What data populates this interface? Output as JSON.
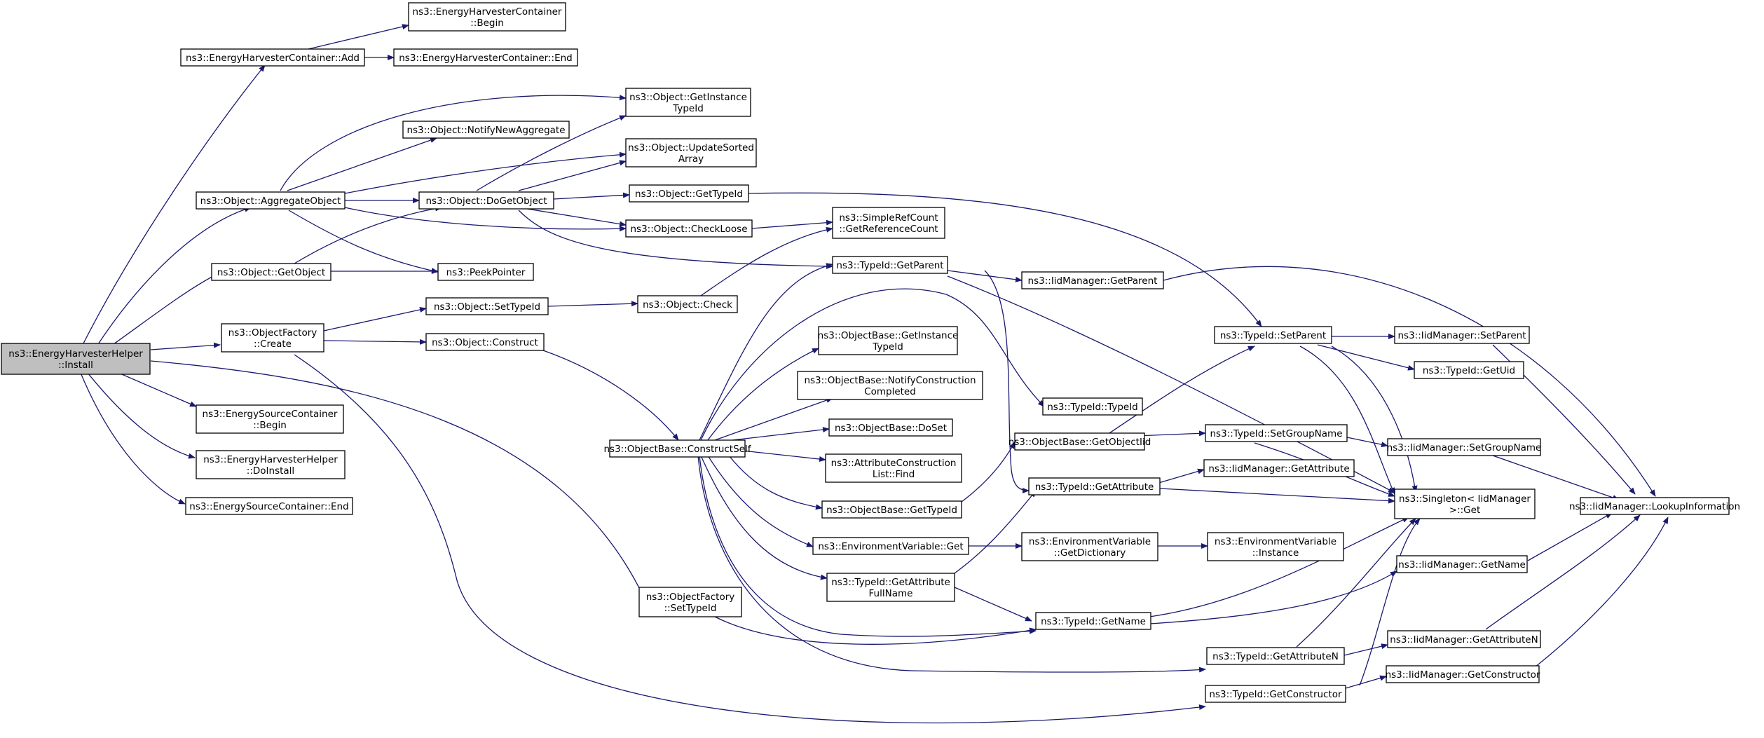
{
  "colors": {
    "edge": "#191970",
    "root_fill": "#bfbfbf",
    "node_fill": "#ffffff",
    "border": "#000000"
  },
  "nodes": [
    {
      "id": "n0",
      "name": "root-node",
      "label": [
        "ns3::EnergyHarvesterHelper",
        "::Install"
      ]
    },
    {
      "id": "n1",
      "name": "node-harvester-container-add",
      "label": [
        "ns3::EnergyHarvesterContainer::Add"
      ]
    },
    {
      "id": "n2",
      "name": "node-harvester-container-begin",
      "label": [
        "ns3::EnergyHarvesterContainer",
        "::Begin"
      ]
    },
    {
      "id": "n3",
      "name": "node-harvester-container-end",
      "label": [
        "ns3::EnergyHarvesterContainer::End"
      ]
    },
    {
      "id": "n4",
      "name": "node-object-aggregate-object",
      "label": [
        "ns3::Object::AggregateObject"
      ]
    },
    {
      "id": "n5",
      "name": "node-object-get-instance-typeid",
      "label": [
        "ns3::Object::GetInstance",
        "TypeId"
      ]
    },
    {
      "id": "n6",
      "name": "node-object-notify-new-aggregate",
      "label": [
        "ns3::Object::NotifyNewAggregate"
      ]
    },
    {
      "id": "n7",
      "name": "node-object-update-sorted-array",
      "label": [
        "ns3::Object::UpdateSorted",
        "Array"
      ]
    },
    {
      "id": "n8",
      "name": "node-object-do-get-object",
      "label": [
        "ns3::Object::DoGetObject"
      ]
    },
    {
      "id": "n9",
      "name": "node-object-get-typeid",
      "label": [
        "ns3::Object::GetTypeId"
      ]
    },
    {
      "id": "n10",
      "name": "node-object-check-loose",
      "label": [
        "ns3::Object::CheckLoose"
      ]
    },
    {
      "id": "n11",
      "name": "node-simple-ref-count",
      "label": [
        "ns3::SimpleRefCount",
        "::GetReferenceCount"
      ]
    },
    {
      "id": "n12",
      "name": "node-object-get-object",
      "label": [
        "ns3::Object::GetObject"
      ]
    },
    {
      "id": "n13",
      "name": "node-peek-pointer",
      "label": [
        "ns3::PeekPointer"
      ]
    },
    {
      "id": "n14",
      "name": "node-typeid-get-parent",
      "label": [
        "ns3::TypeId::GetParent"
      ]
    },
    {
      "id": "n15",
      "name": "node-iidmanager-get-parent",
      "label": [
        "ns3::IidManager::GetParent"
      ]
    },
    {
      "id": "n16",
      "name": "node-object-factory-create",
      "label": [
        "ns3::ObjectFactory",
        "::Create"
      ]
    },
    {
      "id": "n17",
      "name": "node-object-set-typeid",
      "label": [
        "ns3::Object::SetTypeId"
      ]
    },
    {
      "id": "n18",
      "name": "node-object-check",
      "label": [
        "ns3::Object::Check"
      ]
    },
    {
      "id": "n19",
      "name": "node-object-construct",
      "label": [
        "ns3::Object::Construct"
      ]
    },
    {
      "id": "n20",
      "name": "node-typeid-set-parent",
      "label": [
        "ns3::TypeId::SetParent"
      ]
    },
    {
      "id": "n21",
      "name": "node-iidmanager-set-parent",
      "label": [
        "ns3::IidManager::SetParent"
      ]
    },
    {
      "id": "n22",
      "name": "node-typeid-get-uid",
      "label": [
        "ns3::TypeId::GetUid"
      ]
    },
    {
      "id": "n23",
      "name": "node-objectbase-get-instance-typeid",
      "label": [
        "ns3::ObjectBase::GetInstance",
        "TypeId"
      ]
    },
    {
      "id": "n24",
      "name": "node-objectbase-notify-construction",
      "label": [
        "ns3::ObjectBase::NotifyConstruction",
        "Completed"
      ]
    },
    {
      "id": "n25",
      "name": "node-typeid-typeid",
      "label": [
        "ns3::TypeId::TypeId"
      ]
    },
    {
      "id": "n26",
      "name": "node-energy-source-container-begin",
      "label": [
        "ns3::EnergySourceContainer",
        "::Begin"
      ]
    },
    {
      "id": "n27",
      "name": "node-objectbase-doset",
      "label": [
        "ns3::ObjectBase::DoSet"
      ]
    },
    {
      "id": "n28",
      "name": "node-objectbase-construct-self",
      "label": [
        "ns3::ObjectBase::ConstructSelf"
      ]
    },
    {
      "id": "n29",
      "name": "node-objectbase-get-object-iid",
      "label": [
        "ns3::ObjectBase::GetObjectIid"
      ]
    },
    {
      "id": "n30",
      "name": "node-typeid-set-group-name",
      "label": [
        "ns3::TypeId::SetGroupName"
      ]
    },
    {
      "id": "n31",
      "name": "node-iidmanager-set-group-name",
      "label": [
        "ns3::IidManager::SetGroupName"
      ]
    },
    {
      "id": "n32",
      "name": "node-energy-harvester-helper-doinstall",
      "label": [
        "ns3::EnergyHarvesterHelper",
        "::DoInstall"
      ]
    },
    {
      "id": "n33",
      "name": "node-attribute-construction-list-find",
      "label": [
        "ns3::AttributeConstruction",
        "List::Find"
      ]
    },
    {
      "id": "n34",
      "name": "node-iidmanager-get-attribute",
      "label": [
        "ns3::IidManager::GetAttribute"
      ]
    },
    {
      "id": "n35",
      "name": "node-typeid-get-attribute",
      "label": [
        "ns3::TypeId::GetAttribute"
      ]
    },
    {
      "id": "n36",
      "name": "node-energy-source-container-end",
      "label": [
        "ns3::EnergySourceContainer::End"
      ]
    },
    {
      "id": "n37",
      "name": "node-singleton-get",
      "label": [
        "ns3::Singleton< IidManager",
        " >::Get"
      ]
    },
    {
      "id": "n38",
      "name": "node-objectbase-get-typeid",
      "label": [
        "ns3::ObjectBase::GetTypeId"
      ]
    },
    {
      "id": "n39",
      "name": "node-iidmanager-lookup-information",
      "label": [
        "ns3::IidManager::LookupInformation"
      ]
    },
    {
      "id": "n40",
      "name": "node-environment-variable-get",
      "label": [
        "ns3::EnvironmentVariable::Get"
      ]
    },
    {
      "id": "n41",
      "name": "node-environment-variable-get-dictionary",
      "label": [
        "ns3::EnvironmentVariable",
        "::GetDictionary"
      ]
    },
    {
      "id": "n42",
      "name": "node-environment-variable-instance",
      "label": [
        "ns3::EnvironmentVariable",
        "::Instance"
      ]
    },
    {
      "id": "n43",
      "name": "node-iidmanager-get-name",
      "label": [
        "ns3::IidManager::GetName"
      ]
    },
    {
      "id": "n44",
      "name": "node-typeid-get-attribute-fullname",
      "label": [
        "ns3::TypeId::GetAttribute",
        "FullName"
      ]
    },
    {
      "id": "n45",
      "name": "node-object-factory-set-typeid",
      "label": [
        "ns3::ObjectFactory",
        "::SetTypeId"
      ]
    },
    {
      "id": "n46",
      "name": "node-typeid-get-name",
      "label": [
        "ns3::TypeId::GetName"
      ]
    },
    {
      "id": "n47",
      "name": "node-iidmanager-get-attribute-n",
      "label": [
        "ns3::IidManager::GetAttributeN"
      ]
    },
    {
      "id": "n48",
      "name": "node-typeid-get-attribute-n",
      "label": [
        "ns3::TypeId::GetAttributeN"
      ]
    },
    {
      "id": "n49",
      "name": "node-iidmanager-get-constructor",
      "label": [
        "ns3::IidManager::GetConstructor"
      ]
    },
    {
      "id": "n50",
      "name": "node-typeid-get-constructor",
      "label": [
        "ns3::TypeId::GetConstructor"
      ]
    }
  ]
}
